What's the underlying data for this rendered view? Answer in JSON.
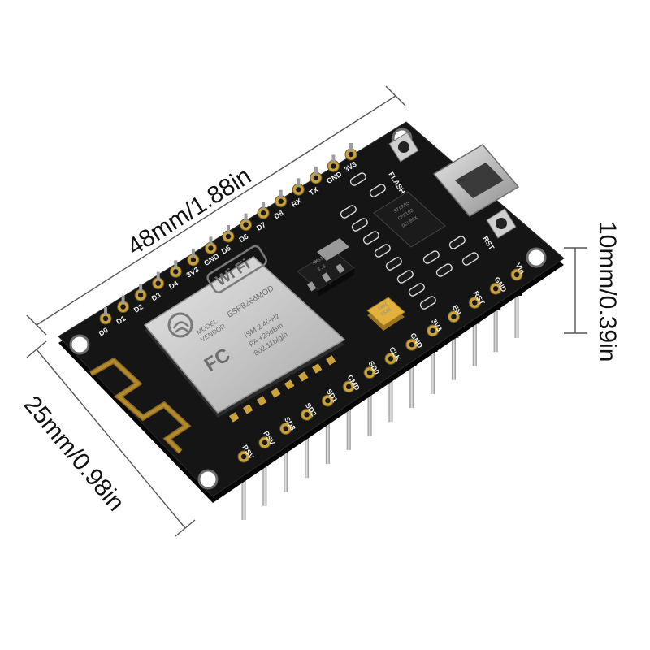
{
  "dimensions": {
    "length": "48mm/1.88in",
    "width": "25mm/0.98in",
    "pin_height": "10mm/0.39in"
  },
  "top_pin_labels": [
    "D0",
    "D1",
    "D2",
    "D3",
    "D4",
    "3V3",
    "GND",
    "D5",
    "D6",
    "D7",
    "D8",
    "RX",
    "TX",
    "GND",
    "3V3"
  ],
  "bottom_pin_labels": [
    "RSV",
    "RSV",
    "SD3",
    "SD2",
    "SD1",
    "CMD",
    "SD0",
    "CLK",
    "GND",
    "3V3",
    "EN",
    "RST",
    "GND",
    "Vin"
  ],
  "button_labels": {
    "flash": "FLASH",
    "reset": "RST"
  },
  "module": {
    "wifi_logo": "Wi Fi",
    "model_label": "MODEL",
    "vendor_label": "VENDOR",
    "model": "ESP8266MOD",
    "fc_mark": "FC",
    "spec_lines": [
      "ISM 2.4GHz",
      "PA +25dBm",
      "802.11b/g/n"
    ]
  },
  "regulator_text": [
    "AMS1117",
    "3.3"
  ],
  "usb_chip_text": [
    "SILABS",
    "CP2102",
    "DCL00X"
  ],
  "capacitor_text": [
    "105C",
    "5SXE"
  ],
  "colors": {
    "board": "#141414",
    "pad_gold": "#c9a23c",
    "shield": "#cfcfcf",
    "capacitor": "#e2b23c",
    "pin": "#b8b8b8"
  }
}
